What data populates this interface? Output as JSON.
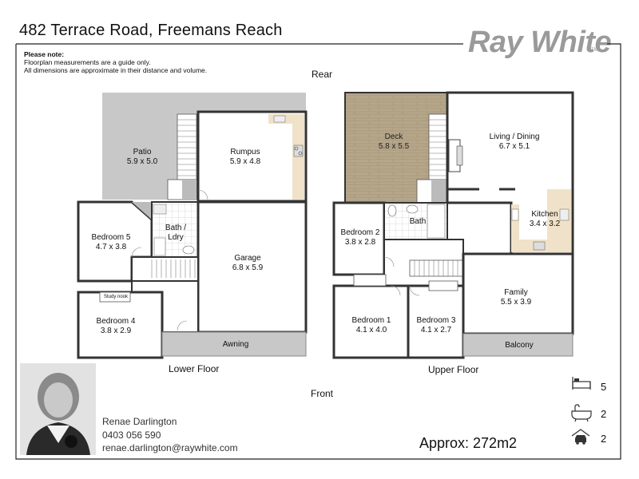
{
  "header": {
    "address": "482 Terrace Road, Freemans Reach",
    "brand": "Ray White",
    "trademark": "TM"
  },
  "note": {
    "heading": "Please note:",
    "line1": "Floorplan measurements are a guide only.",
    "line2": "All dimensions are approximate in their distance and volume."
  },
  "orientation": {
    "rear": "Rear",
    "front": "Front"
  },
  "floors": {
    "lower": "Lower Floor",
    "upper": "Upper Floor"
  },
  "rooms_lower": {
    "patio_name": "Patio",
    "patio_dim": "5.9 x 5.0",
    "rumpus_name": "Rumpus",
    "rumpus_dim": "5.9 x 4.8",
    "bath_ldry_name": "Bath /",
    "bath_ldry_name2": "Ldry",
    "bed5_name": "Bedroom 5",
    "bed5_dim": "4.7 x 3.8",
    "garage_name": "Garage",
    "garage_dim": "6.8 x 5.9",
    "study_nook": "Study nook",
    "bed4_name": "Bedroom 4",
    "bed4_dim": "3.8 x 2.9",
    "awning": "Awning"
  },
  "rooms_upper": {
    "deck_name": "Deck",
    "deck_dim": "5.8 x 5.5",
    "living_name": "Living / Dining",
    "living_dim": "6.7 x 5.1",
    "bed2_name": "Bedroom 2",
    "bed2_dim": "3.8 x 2.8",
    "bath": "Bath",
    "kitchen_name": "Kitchen",
    "kitchen_dim": "3.4 x 3.2",
    "family_name": "Family",
    "family_dim": "5.5 x 3.9",
    "bed1_name": "Bedroom 1",
    "bed1_dim": "4.1 x 4.0",
    "bed3_name": "Bedroom 3",
    "bed3_dim": "4.1 x 2.7",
    "balcony": "Balcony"
  },
  "agent": {
    "name": "Renae Darlington",
    "phone": "0403 056 590",
    "email": "renae.darlington@raywhite.com"
  },
  "summary": {
    "approx": "Approx: 272m2",
    "bedrooms": "5",
    "bathrooms": "2",
    "garages": "2"
  },
  "colors": {
    "patio": "#c8c8c8",
    "deck": "#b3a487",
    "bench": "#f0e2c8",
    "wall": "#444444",
    "awning": "#c8c8c8"
  },
  "icons": [
    "bed-icon",
    "bath-icon",
    "car-icon"
  ]
}
